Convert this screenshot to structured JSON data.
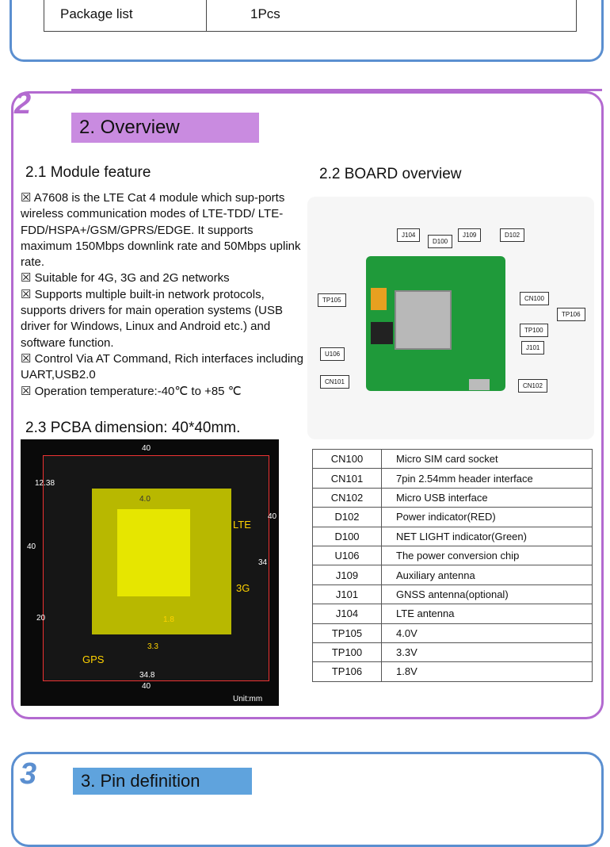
{
  "package": {
    "label": "Package list",
    "value": "1Pcs"
  },
  "section2": {
    "number": "2",
    "title": "2. Overview",
    "feature": {
      "heading": "2.1 Module feature",
      "items": [
        "A7608 is the LTE Cat 4 module which sup-ports wireless communication modes of LTE-TDD/ LTE-FDD/HSPA+/GSM/GPRS/EDGE. It supports maximum 150Mbps downlink rate and 50Mbps uplink rate.",
        "Suitable for 4G, 3G and 2G networks",
        "Supports multiple built-in network protocols, supports drivers for main operation systems (USB driver for Windows, Linux and Android etc.) and software function.",
        "Control Via AT Command, Rich interfaces including UART,USB2.0",
        "Operation temperature:-40℃ to +85 ℃"
      ]
    },
    "board": {
      "heading": "2.2 BOARD overview",
      "labels": [
        "J104",
        "D100",
        "J109",
        "D102",
        "TP105",
        "CN100",
        "TP106",
        "TP100",
        "J101",
        "U106",
        "CN101",
        "CN102"
      ]
    },
    "pcba": {
      "heading": "2.3 PCBA dimension: 40*40mm.",
      "width": "40",
      "height": "40",
      "dim_inner": "34.8",
      "dim_34": "34",
      "dim_20": "20",
      "dim_1238": "12.38",
      "unit": "Unit:mm",
      "marks": [
        "LTE",
        "3G",
        "GPS",
        "4.0",
        "1.8",
        "3.3"
      ]
    },
    "table": [
      [
        "CN100",
        "Micro SIM card socket"
      ],
      [
        "CN101",
        "7pin 2.54mm header interface"
      ],
      [
        "CN102",
        "Micro USB interface"
      ],
      [
        "D102",
        "Power indicator(RED)"
      ],
      [
        "D100",
        "NET LIGHT indicator(Green)"
      ],
      [
        "U106",
        "The power conversion chip"
      ],
      [
        "J109",
        "Auxiliary antenna"
      ],
      [
        "J101",
        "GNSS antenna(optional)"
      ],
      [
        "J104",
        "LTE antenna"
      ],
      [
        "TP105",
        "4.0V"
      ],
      [
        "TP100",
        "3.3V"
      ],
      [
        "TP106",
        "1.8V"
      ]
    ]
  },
  "section3": {
    "number": "3",
    "title": "3. Pin definition"
  },
  "colors": {
    "purple": "#b36ad0",
    "blue": "#5b8fd0",
    "bar_purple": "#c98be0",
    "bar_blue": "#5fa3dd"
  }
}
